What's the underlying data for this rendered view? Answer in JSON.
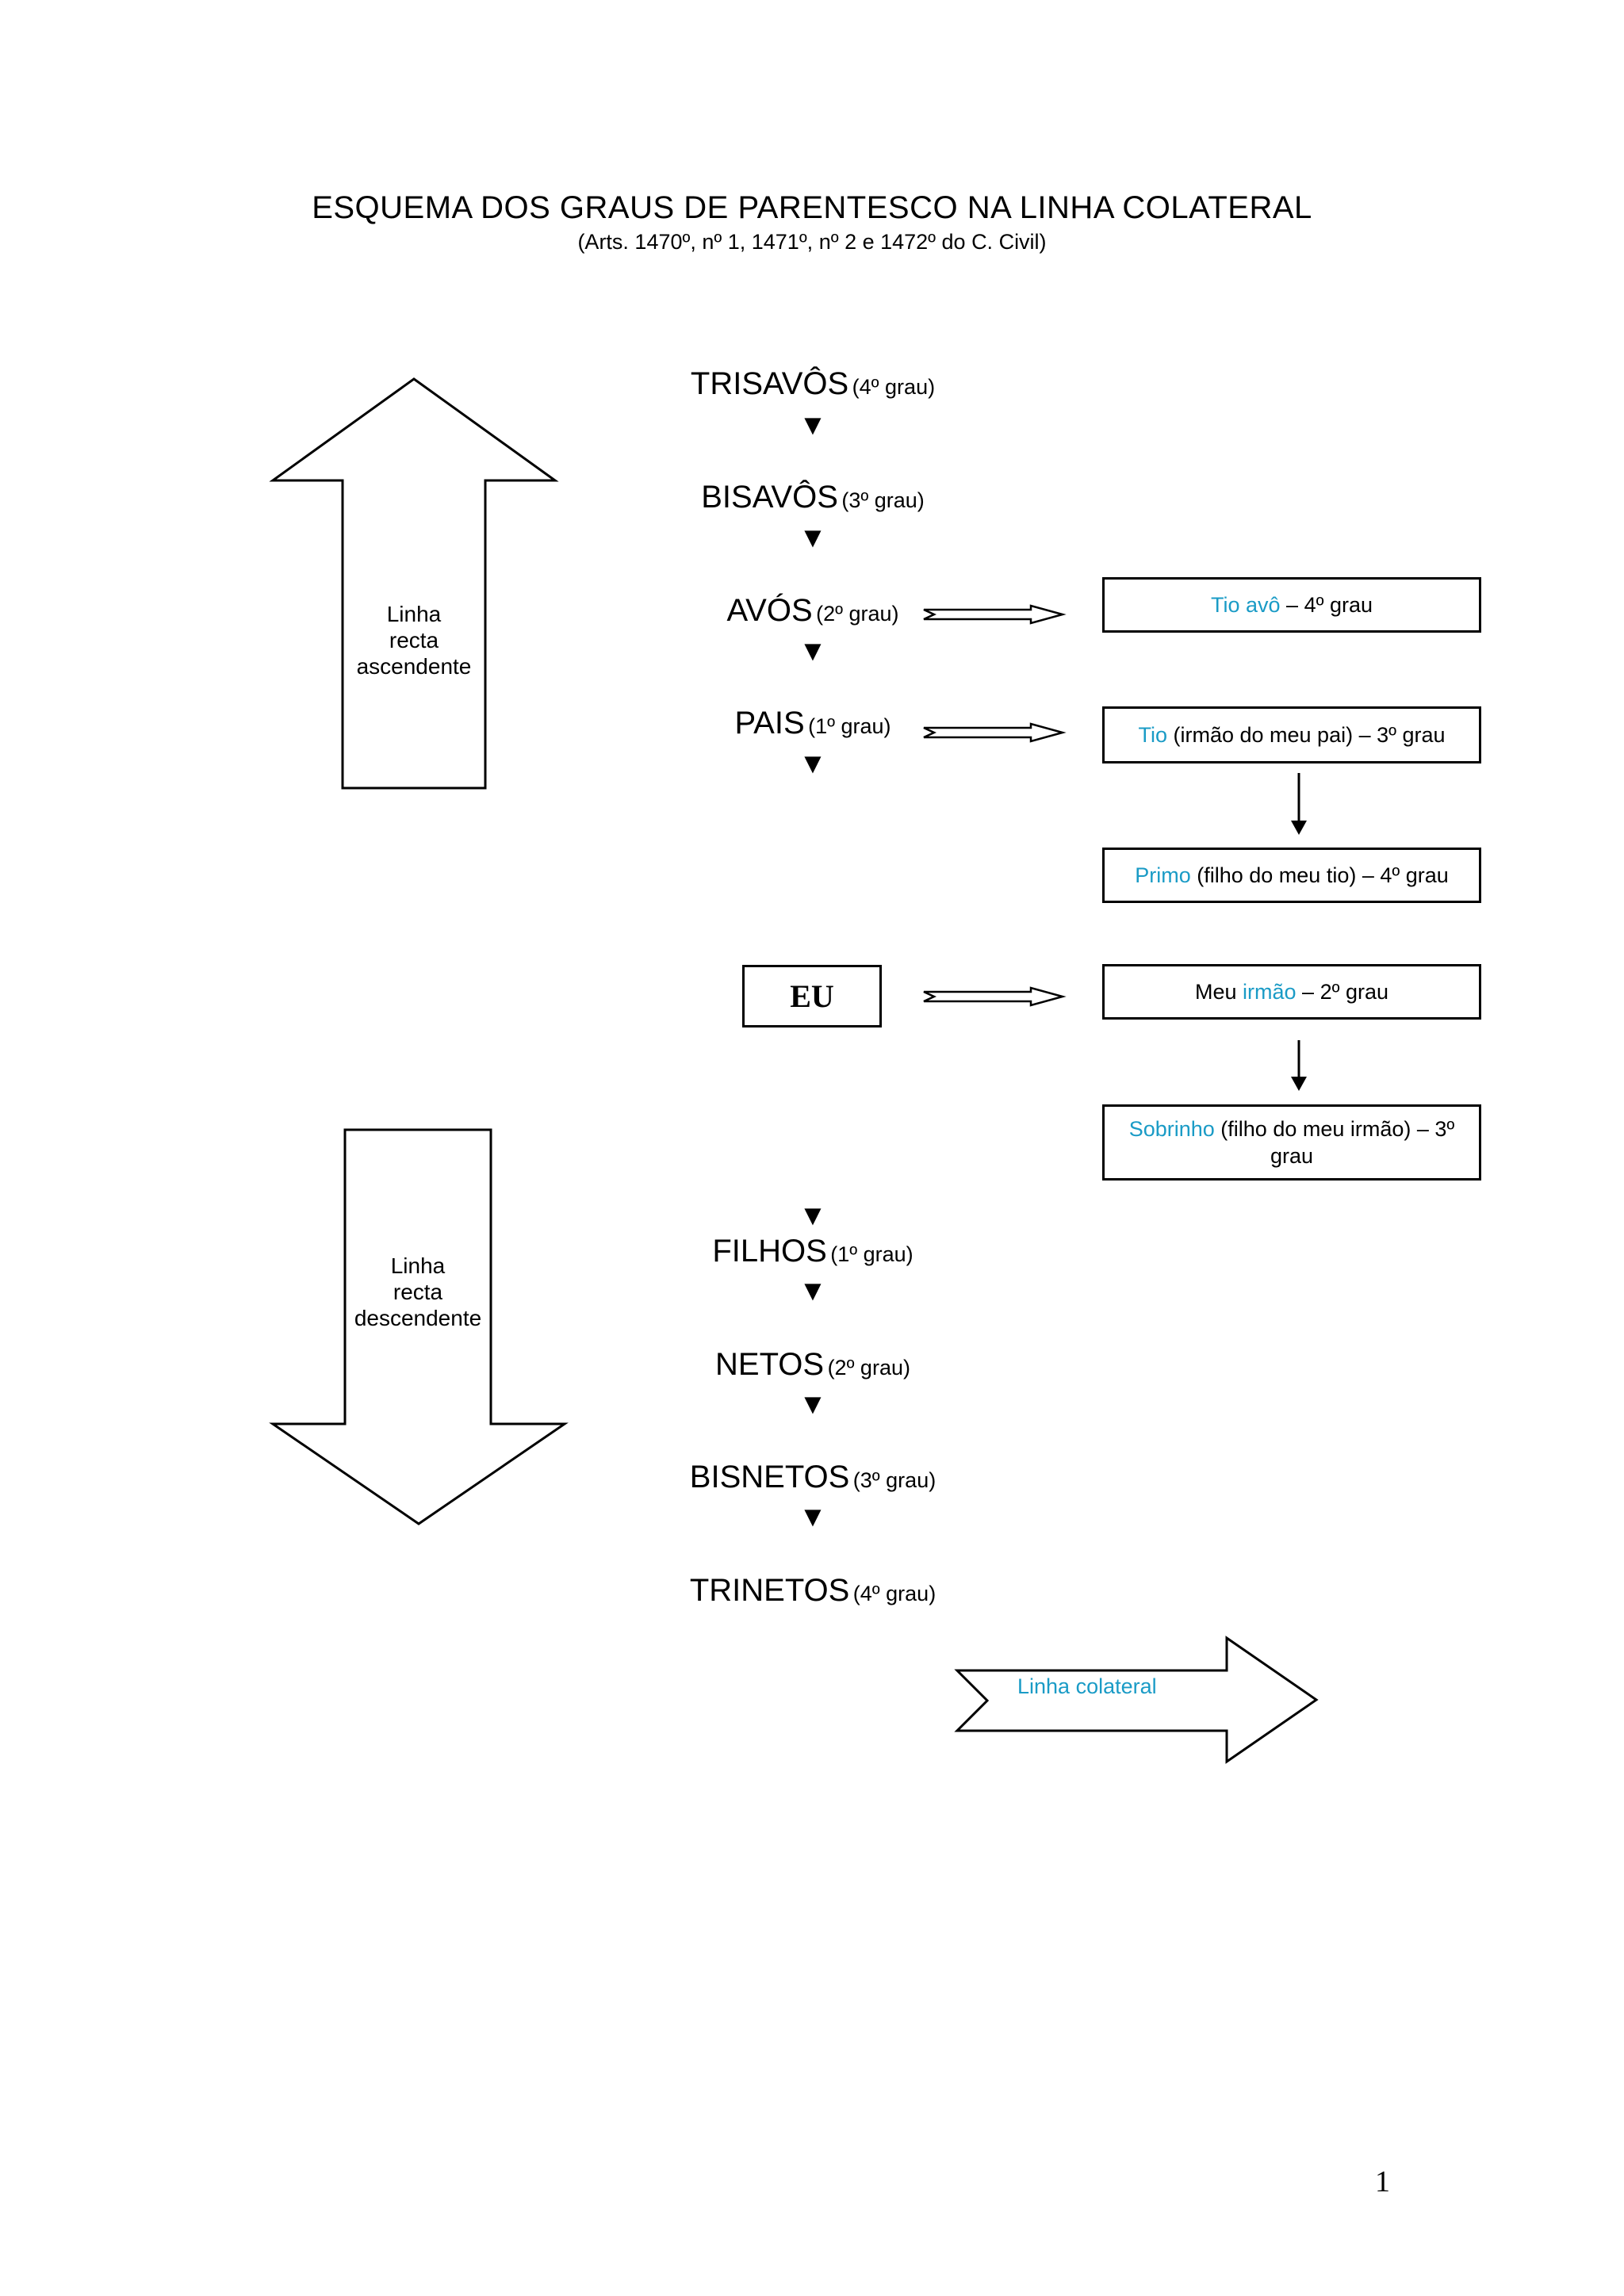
{
  "header": {
    "title": "ESQUEMA DOS GRAUS DE PARENTESCO NA LINHA COLATERAL",
    "subtitle": "(Arts. 1470º, nº 1, 1471º, nº 2 e 1472º do C. Civil)"
  },
  "ascending_arrow": {
    "line1": "Linha",
    "line2": "recta",
    "line3": "ascendente"
  },
  "descending_arrow": {
    "line1": "Linha",
    "line2": "recta",
    "line3": "descendente"
  },
  "ancestors": [
    {
      "name": "TRISAVÔS",
      "grade": "(4º grau)"
    },
    {
      "name": "BISAVÔS",
      "grade": "(3º grau)"
    },
    {
      "name": "AVÓS",
      "grade": "(2º grau)"
    },
    {
      "name": "PAIS",
      "grade": "(1º grau)"
    }
  ],
  "descendants": [
    {
      "name": "FILHOS",
      "grade": "(1º grau)"
    },
    {
      "name": "NETOS",
      "grade": "(2º grau)"
    },
    {
      "name": "BISNETOS",
      "grade": "(3º grau)"
    },
    {
      "name": "TRINETOS",
      "grade": "(4º grau)"
    }
  ],
  "self": {
    "label": "EU"
  },
  "triangle_glyph": "▼",
  "collateral": {
    "tio_avo": {
      "highlight": "Tio avô",
      "rest": " – 4º grau"
    },
    "tio": {
      "highlight": "Tio",
      "rest": " (irmão do meu pai) – 3º grau"
    },
    "primo": {
      "highlight": "Primo",
      "rest": " (filho do meu tio) – 4º grau"
    },
    "irmao": {
      "prefix": "Meu ",
      "highlight": "irmão",
      "rest": " – 2º grau"
    },
    "sobrinho": {
      "highlight": "Sobrinho",
      "rest": " (filho do meu irmão) – 3º",
      "line2": "grau"
    }
  },
  "collateral_arrow": {
    "label": "Linha colateral"
  },
  "page_number": "1",
  "colors": {
    "highlight": "#1a9bc6",
    "stroke": "#000000"
  }
}
